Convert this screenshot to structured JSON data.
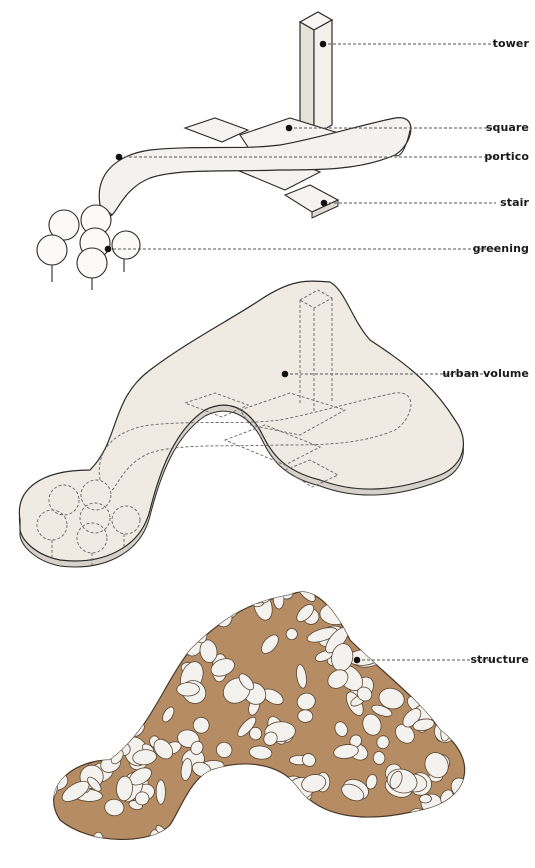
{
  "labels": {
    "tower": "tower",
    "square": "square",
    "portico": "portico",
    "stair": "stair",
    "greening": "greening",
    "urban_volume": "urban volume",
    "structure": "structure"
  },
  "colors": {
    "fill_light": "#f1eee8",
    "volume_fill": "#efebe3",
    "structure_mesh": "#b58c63",
    "line": "#2b2b2b",
    "dash": "#666666"
  }
}
